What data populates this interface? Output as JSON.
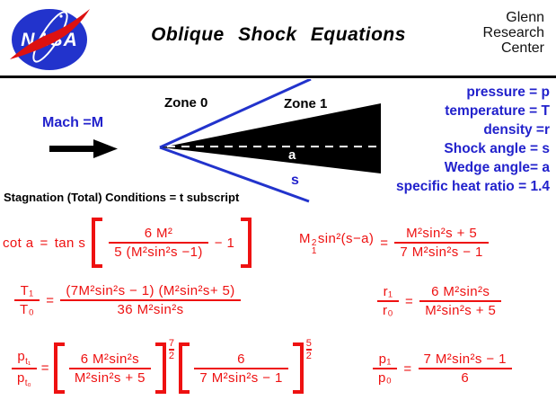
{
  "colors": {
    "accent_blue": "#2222cc",
    "equation_red": "#ee1111",
    "logo_blue": "#2233cc",
    "logo_red": "#dd1111",
    "wedge_black": "#000000"
  },
  "header": {
    "logo_text": "NASA",
    "title": "Oblique Shock Equations",
    "org": [
      "Glenn",
      "Research",
      "Center"
    ]
  },
  "diagram": {
    "mach_label": "Mach =M",
    "zone0_label": "Zone 0",
    "zone1_label": "Zone 1",
    "wedge_angle_label": "a",
    "shock_angle_label": "s",
    "stagnation_note": "Stagnation (Total) Conditions = t subscript",
    "definitions": [
      "pressure = p",
      "temperature = T",
      "density =r",
      "Shock angle = s",
      "Wedge angle= a",
      "specific heat ratio = 1.4"
    ]
  },
  "equations": {
    "eq1": {
      "lhs": "cot a",
      "equals": "=",
      "pre": "tan s",
      "frac": {
        "num": "6 M²",
        "den": "5 (M²sin²s −1)"
      },
      "post": "− 1"
    },
    "eq2": {
      "lhs_base": "M",
      "lhs_sup": "2",
      "lhs_sub": "1",
      "lhs_rest": "sin²(s−a)",
      "equals": "=",
      "frac": {
        "num": "M²sin²s + 5",
        "den": "7 M²sin²s − 1"
      }
    },
    "eq3": {
      "lhs": {
        "num": "T₁",
        "den": "T₀"
      },
      "equals": "=",
      "frac": {
        "num": "(7M²sin²s − 1) (M²sin²s+ 5)",
        "den": "36 M²sin²s"
      }
    },
    "eq4": {
      "lhs": {
        "num": "r₁",
        "den": "r₀"
      },
      "equals": "=",
      "frac": {
        "num": "6 M²sin²s",
        "den": "M²sin²s + 5"
      }
    },
    "eq5": {
      "lhs": {
        "num_base": "p",
        "num_sub": "t₁",
        "den_base": "p",
        "den_sub": "t₀"
      },
      "equals": "=",
      "frac1": {
        "num": "6 M²sin²s",
        "den": "M²sin²s + 5"
      },
      "exp1": {
        "num": "7",
        "den": "2"
      },
      "frac2": {
        "num": "6",
        "den": "7 M²sin²s − 1"
      },
      "exp2": {
        "num": "5",
        "den": "2"
      }
    },
    "eq6": {
      "lhs": {
        "num": "p₁",
        "den": "p₀"
      },
      "equals": "=",
      "frac": {
        "num": "7 M²sin²s − 1",
        "den": "6"
      }
    }
  }
}
